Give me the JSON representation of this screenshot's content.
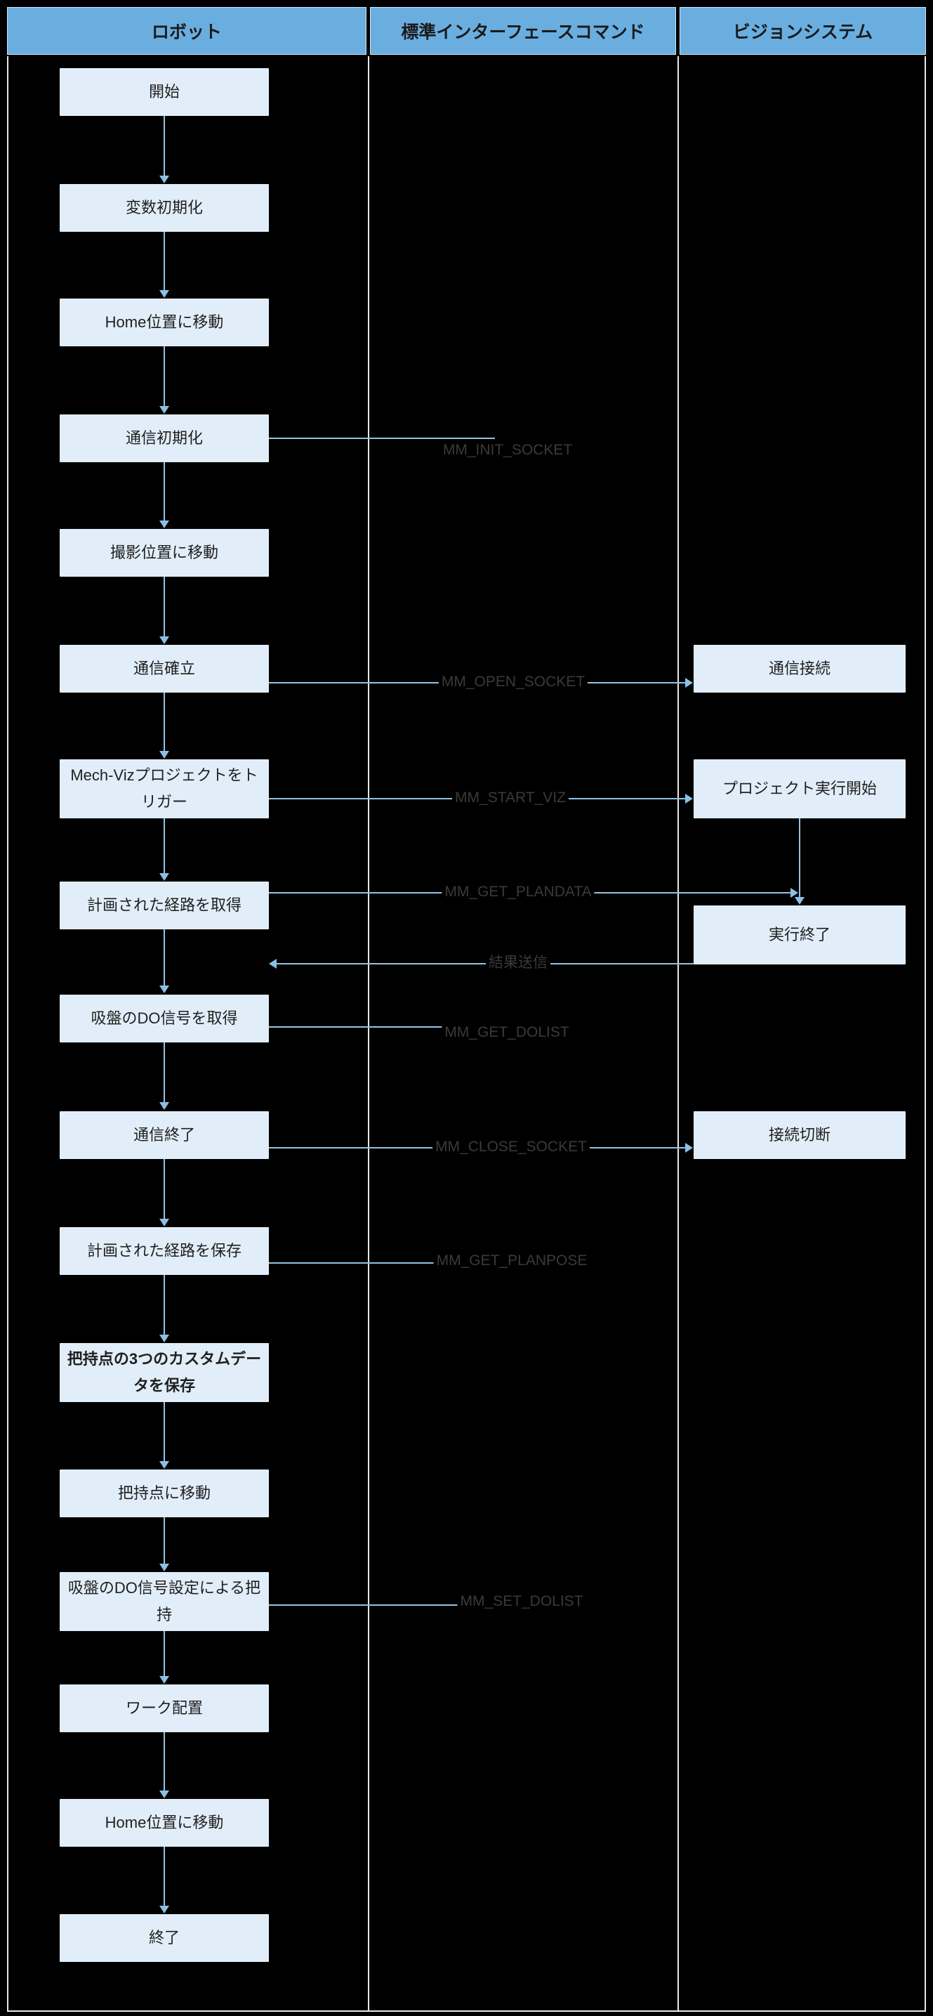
{
  "diagram": {
    "title": "ロボット・標準インターフェースコマンド・ビジョンシステム連携フロー",
    "colors": {
      "background": "#000000",
      "lane_header_fill": "#6AAEE0",
      "node_fill": "#E1EEF9",
      "connector": "#93c3e6",
      "node_text": "#1f1f1f",
      "edge_label_text": "#3a3a3a",
      "divider": "#e8e8e8"
    }
  },
  "lanes": [
    {
      "id": "robot",
      "label": "ロボット"
    },
    {
      "id": "command",
      "label": "標準インターフェースコマンド"
    },
    {
      "id": "vision",
      "label": "ビジョンシステム"
    }
  ],
  "robot_nodes": [
    {
      "id": "start",
      "label": "開始",
      "bold": false
    },
    {
      "id": "init-vars",
      "label": "変数初期化",
      "bold": false
    },
    {
      "id": "move-home-1",
      "label": "Home位置に移動",
      "bold": false
    },
    {
      "id": "init-comm",
      "label": "通信初期化",
      "bold": false
    },
    {
      "id": "move-capture",
      "label": "撮影位置に移動",
      "bold": false
    },
    {
      "id": "establish-comm",
      "label": "通信確立",
      "bold": false
    },
    {
      "id": "trigger-mechviz",
      "label": "Mech-Vizプロジェクトをトリガー",
      "bold": false
    },
    {
      "id": "get-planned-path",
      "label": "計画された経路を取得",
      "bold": false
    },
    {
      "id": "get-do-signal",
      "label": "吸盤のDO信号を取得",
      "bold": false
    },
    {
      "id": "close-comm",
      "label": "通信終了",
      "bold": false
    },
    {
      "id": "save-planned-path",
      "label": "計画された経路を保存",
      "bold": false
    },
    {
      "id": "save-custom-data",
      "label": "把持点の3つのカスタムデータを保存",
      "bold": true
    },
    {
      "id": "move-pick-point",
      "label": "把持点に移動",
      "bold": false
    },
    {
      "id": "pick-with-do",
      "label": "吸盤のDO信号設定による把持",
      "bold": false
    },
    {
      "id": "place-work",
      "label": "ワーク配置",
      "bold": false
    },
    {
      "id": "move-home-2",
      "label": "Home位置に移動",
      "bold": false
    },
    {
      "id": "end",
      "label": "終了",
      "bold": false
    }
  ],
  "vision_nodes": [
    {
      "id": "comm-connected",
      "label": "通信接続"
    },
    {
      "id": "project-started",
      "label": "プロジェクト実行開始"
    },
    {
      "id": "execution-done",
      "label": "実行終了"
    },
    {
      "id": "comm-disconnected",
      "label": "接続切断"
    }
  ],
  "edge_labels": [
    {
      "id": "mm-init-socket",
      "label": "MM_INIT_SOCKET"
    },
    {
      "id": "mm-open-socket",
      "label": "MM_OPEN_SOCKET"
    },
    {
      "id": "mm-start-viz",
      "label": "MM_START_VIZ"
    },
    {
      "id": "mm-get-plandata",
      "label": "MM_GET_PLANDATA"
    },
    {
      "id": "send-result",
      "label": "結果送信"
    },
    {
      "id": "mm-get-dolist",
      "label": "MM_GET_DOLIST"
    },
    {
      "id": "mm-close-socket",
      "label": "MM_CLOSE_SOCKET"
    },
    {
      "id": "mm-get-planpose",
      "label": "MM_GET_PLANPOSE"
    },
    {
      "id": "mm-set-dolist",
      "label": "MM_SET_DOLIST"
    }
  ]
}
